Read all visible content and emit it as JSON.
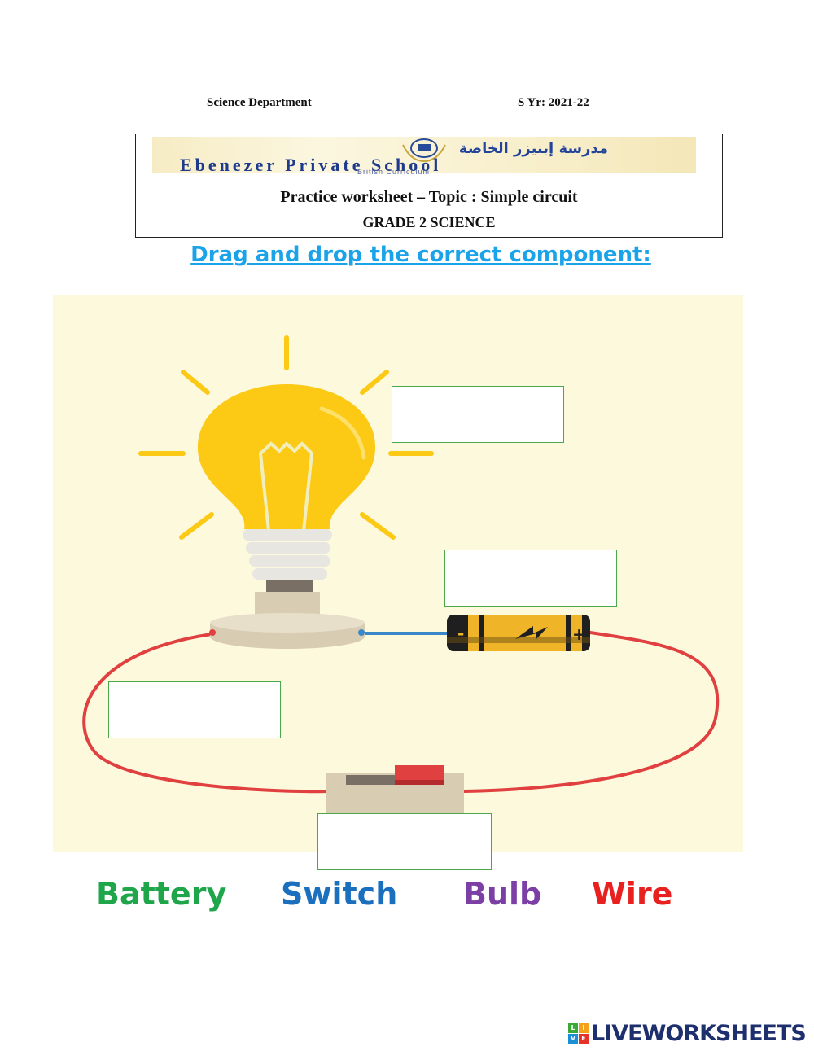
{
  "header": {
    "department": "Science Department",
    "school_year": "S Yr: 2021-22",
    "school_name": "Ebenezer Private School",
    "school_name_arabic": "مدرسة إبنيزر الخاصة",
    "curriculum": "British Curriculum",
    "worksheet_title": "Practice worksheet – Topic : Simple circuit",
    "grade": "GRADE 2 SCIENCE"
  },
  "instruction": "Drag and drop the correct component:",
  "diagram": {
    "background": "#fdf9dc",
    "bulb_color": "#fcc915",
    "wire_color": "#e0403f",
    "battery": {
      "negative_sign": "-",
      "positive_sign": "+"
    },
    "drop_boxes": [
      "bulb-answer",
      "battery-answer",
      "wire-answer",
      "switch-answer"
    ]
  },
  "word_bank": [
    {
      "label": "Battery",
      "color": "#1fa64a"
    },
    {
      "label": "Switch",
      "color": "#1a6fbe"
    },
    {
      "label": "Bulb",
      "color": "#7b3fa6"
    },
    {
      "label": "Wire",
      "color": "#e8201f"
    }
  ],
  "brand": {
    "text": "LIVEWORKSHEETS",
    "mark_letters": [
      "L",
      "I",
      "V",
      "E"
    ]
  }
}
